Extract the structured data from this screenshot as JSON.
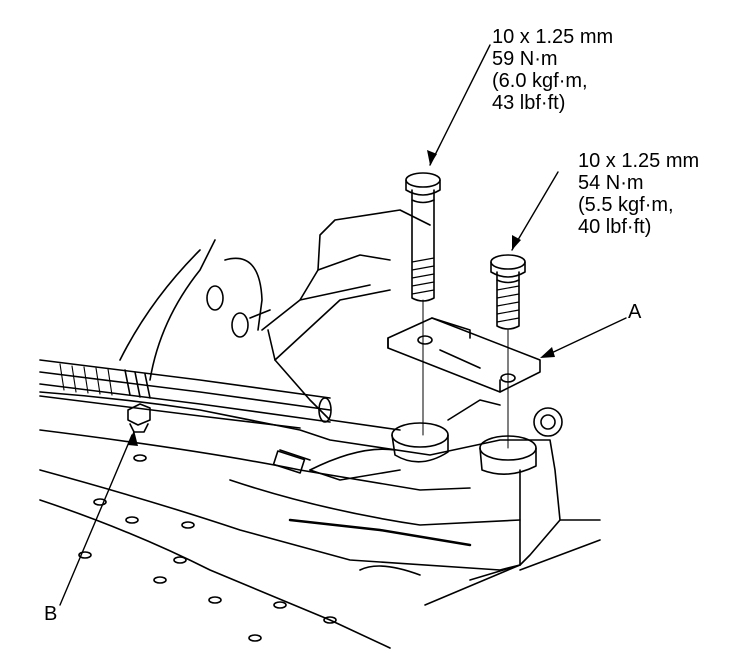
{
  "torque_specs": [
    {
      "bolt_size": "10 x 1.25 mm",
      "torque_nm": "59 N·m",
      "torque_kgfm": "(6.0 kgf·m,",
      "torque_lbfft": "43 lbf·ft)"
    },
    {
      "bolt_size": "10 x 1.25 mm",
      "torque_nm": "54 N·m",
      "torque_kgfm": "(5.5 kgf·m,",
      "torque_lbfft": "40 lbf·ft)"
    }
  ],
  "callouts": {
    "a": "A",
    "b": "B"
  },
  "colors": {
    "line": "#000000",
    "background": "#ffffff"
  }
}
